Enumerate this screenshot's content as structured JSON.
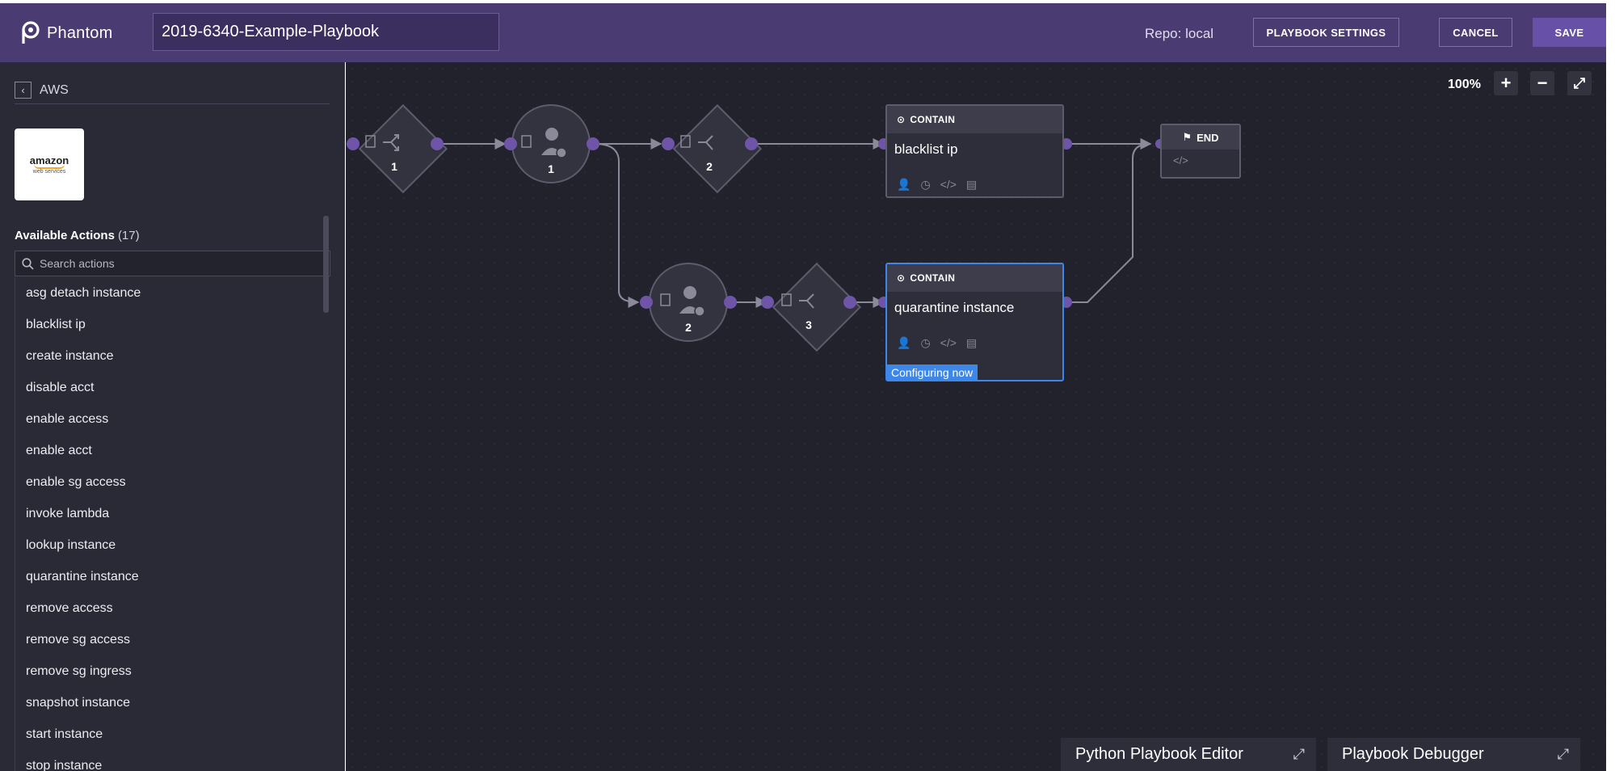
{
  "header": {
    "brand": "Phantom",
    "playbook_name": "2019-6340-Example-Playbook",
    "repo": "Repo: local",
    "settings_label": "PLAYBOOK SETTINGS",
    "cancel_label": "CANCEL",
    "save_label": "SAVE"
  },
  "sidebar": {
    "back_label": "AWS",
    "app_logo_text": "amazon",
    "app_logo_sub": "web services",
    "actions_title": "Available Actions",
    "actions_count": "(17)",
    "search_placeholder": "Search actions",
    "actions": [
      "asg detach instance",
      "blacklist ip",
      "create instance",
      "disable acct",
      "enable access",
      "enable acct",
      "enable sg access",
      "invoke lambda",
      "lookup instance",
      "quarantine instance",
      "remove access",
      "remove sg access",
      "remove sg ingress",
      "snapshot instance",
      "start instance",
      "stop instance"
    ]
  },
  "canvas": {
    "zoom": "100%",
    "zoom_in": "+",
    "zoom_out": "−",
    "fit": "⤢",
    "nodes": {
      "decision_1": "1",
      "prompt_1": "1",
      "decision_2": "2",
      "prompt_2": "2",
      "decision_3": "3"
    },
    "cards": [
      {
        "type": "CONTAIN",
        "title": "blacklist ip"
      },
      {
        "type": "CONTAIN",
        "title": "quarantine instance",
        "status": "Configuring now"
      }
    ],
    "end_label": "END",
    "colors": {
      "accent": "#6750a8",
      "header": "#4a3b73",
      "selected": "#3d87e8",
      "port": "#6e55a8"
    }
  },
  "panels": {
    "editor": "Python Playbook Editor",
    "debugger": "Playbook Debugger"
  }
}
